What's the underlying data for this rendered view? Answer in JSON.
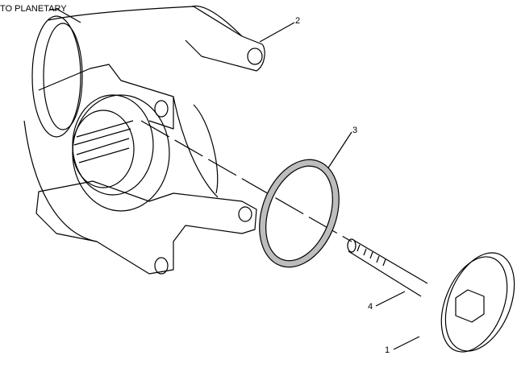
{
  "callouts": {
    "to_planetary": "TO PLANETARY",
    "part_1": "1",
    "part_2": "2",
    "part_3": "3",
    "part_4": "4"
  },
  "colors": {
    "line": "#000000",
    "background": "#ffffff",
    "gasket_fill": "#bdbdbd"
  }
}
